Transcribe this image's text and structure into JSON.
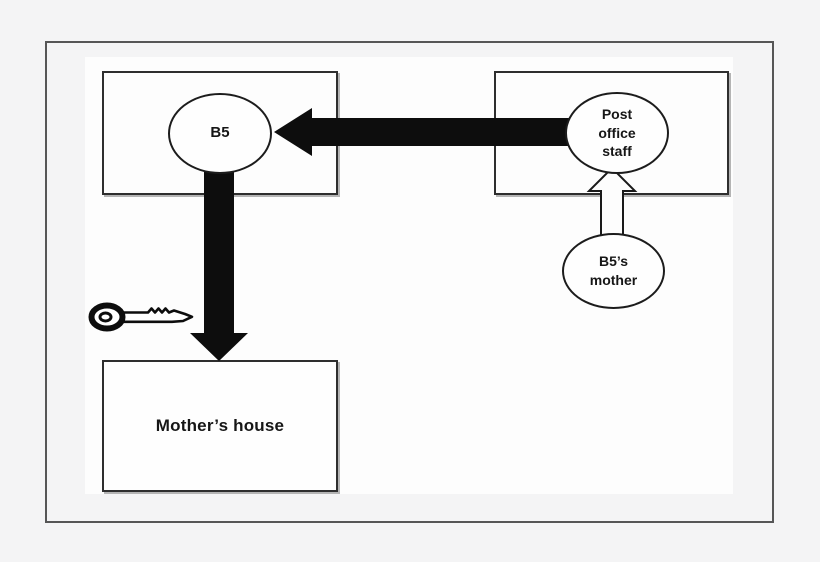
{
  "diagram": {
    "nodes": {
      "b5": {
        "label": "B5"
      },
      "post_office_staff": {
        "label": "Post\noffice\nstaff"
      },
      "b5s_mother": {
        "label": "B5’s\nmother"
      },
      "mothers_house": {
        "label": "Mother’s house"
      }
    },
    "edges": [
      {
        "from": "post_office_staff",
        "to": "b5",
        "style": "thick-solid-black"
      },
      {
        "from": "b5",
        "to": "mothers_house",
        "style": "thick-solid-black"
      },
      {
        "from": "b5s_mother",
        "to": "post_office_staff",
        "style": "hollow-outline"
      }
    ],
    "icons": {
      "key": "key-icon"
    },
    "colors": {
      "ink": "#0d0d0d",
      "box_border": "#2e2e2e",
      "outer_border": "#565656",
      "page_background": "#f4f4f5",
      "paper_background": "#fdfdfd"
    }
  }
}
